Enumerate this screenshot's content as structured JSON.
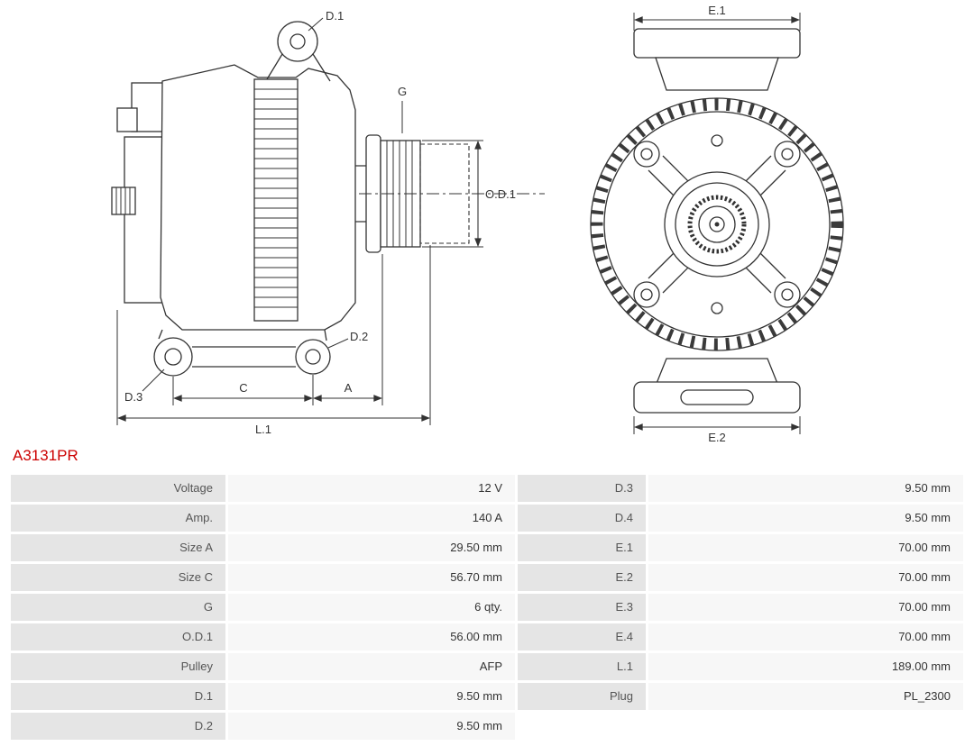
{
  "part_number": "A3131PR",
  "colors": {
    "accent": "#cc0000",
    "line": "#333333",
    "label_cell": "#e5e5e5",
    "value_cell": "#f7f7f7"
  },
  "diagram": {
    "side_view": {
      "labels": {
        "d1": "D.1",
        "g": "G",
        "od1": "O.D.1",
        "d2": "D.2",
        "d3": "D.3",
        "c": "C",
        "a": "A",
        "l1": "L.1"
      }
    },
    "front_view": {
      "labels": {
        "e1": "E.1",
        "e2": "E.2"
      }
    }
  },
  "table": {
    "rows": [
      {
        "label1": "Voltage",
        "value1": "12 V",
        "label2": "D.3",
        "value2": "9.50 mm"
      },
      {
        "label1": "Amp.",
        "value1": "140 A",
        "label2": "D.4",
        "value2": "9.50 mm"
      },
      {
        "label1": "Size A",
        "value1": "29.50 mm",
        "label2": "E.1",
        "value2": "70.00 mm"
      },
      {
        "label1": "Size C",
        "value1": "56.70 mm",
        "label2": "E.2",
        "value2": "70.00 mm"
      },
      {
        "label1": "G",
        "value1": "6 qty.",
        "label2": "E.3",
        "value2": "70.00 mm"
      },
      {
        "label1": "O.D.1",
        "value1": "56.00 mm",
        "label2": "E.4",
        "value2": "70.00 mm"
      },
      {
        "label1": "Pulley",
        "value1": "AFP",
        "label2": "L.1",
        "value2": "189.00 mm"
      },
      {
        "label1": "D.1",
        "value1": "9.50 mm",
        "label2": "Plug",
        "value2": "PL_2300"
      },
      {
        "label1": "D.2",
        "value1": "9.50 mm",
        "label2": "",
        "value2": ""
      }
    ]
  }
}
